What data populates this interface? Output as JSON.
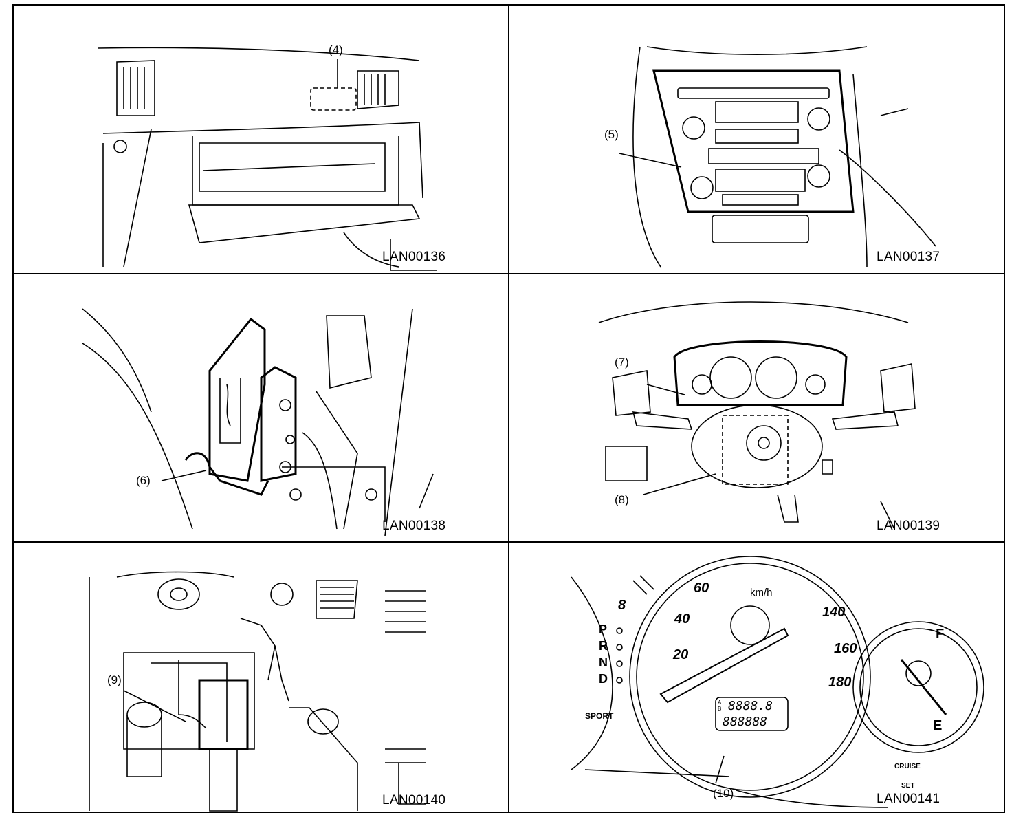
{
  "panels": [
    {
      "code": "LAN00136",
      "callouts": [
        "(4)"
      ]
    },
    {
      "code": "LAN00137",
      "callouts": [
        "(5)"
      ]
    },
    {
      "code": "LAN00138",
      "callouts": [
        "(6)"
      ]
    },
    {
      "code": "LAN00139",
      "callouts": [
        "(7)",
        "(8)"
      ]
    },
    {
      "code": "LAN00140",
      "callouts": [
        "(9)"
      ]
    },
    {
      "code": "LAN00141",
      "callouts": [
        "(10)"
      ]
    }
  ],
  "gauge": {
    "unit": "km/h",
    "speed_ticks": [
      "20",
      "40",
      "60",
      "140",
      "160",
      "180"
    ],
    "tach_tick": "8",
    "gear_positions": [
      "P",
      "R",
      "N",
      "D"
    ],
    "sport_label": "SPORT",
    "odometer_top": "8888.8",
    "odometer_bottom": "888888",
    "odo_ab": "A\nB",
    "fuel_full": "F",
    "fuel_empty": "E",
    "cruise_label": "CRUISE",
    "set_label": "SET"
  }
}
